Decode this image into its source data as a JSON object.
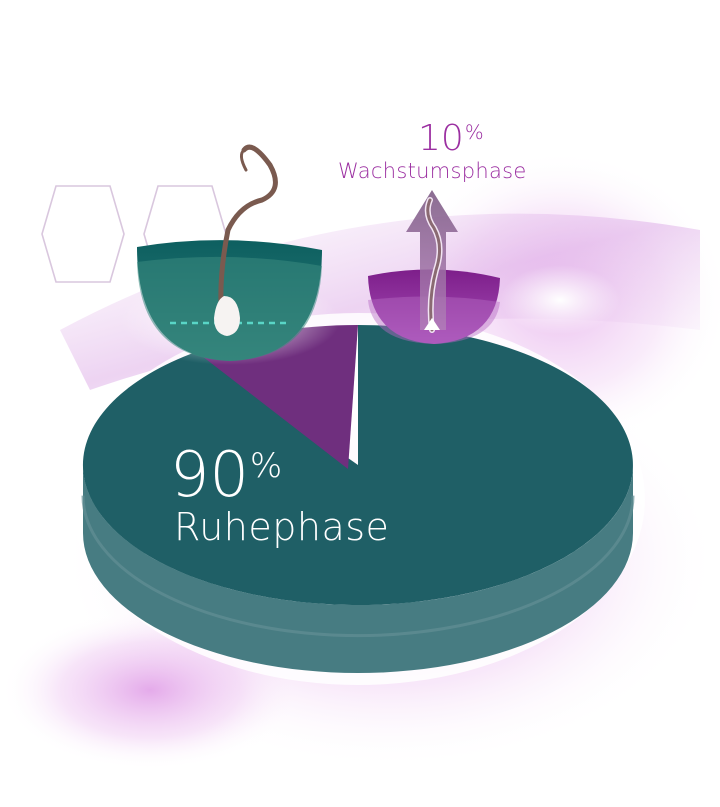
{
  "chart_data": {
    "type": "pie",
    "title": "",
    "slices": [
      {
        "label": "Ruhephase",
        "value": 90,
        "unit": "%",
        "color": "#1f5f66"
      },
      {
        "label": "Wachstumsphase",
        "value": 10,
        "unit": "%",
        "color": "#6f2f7e"
      }
    ],
    "label_colors": {
      "rest": "#ffffff",
      "growth": "#9b2fa1"
    }
  },
  "illustration": {
    "icons": [
      "hexagon-icon",
      "resting-hair-follicle-icon",
      "growing-hair-follicle-icon",
      "growth-arrow-icon"
    ],
    "accent_color": "#b43cc0"
  }
}
